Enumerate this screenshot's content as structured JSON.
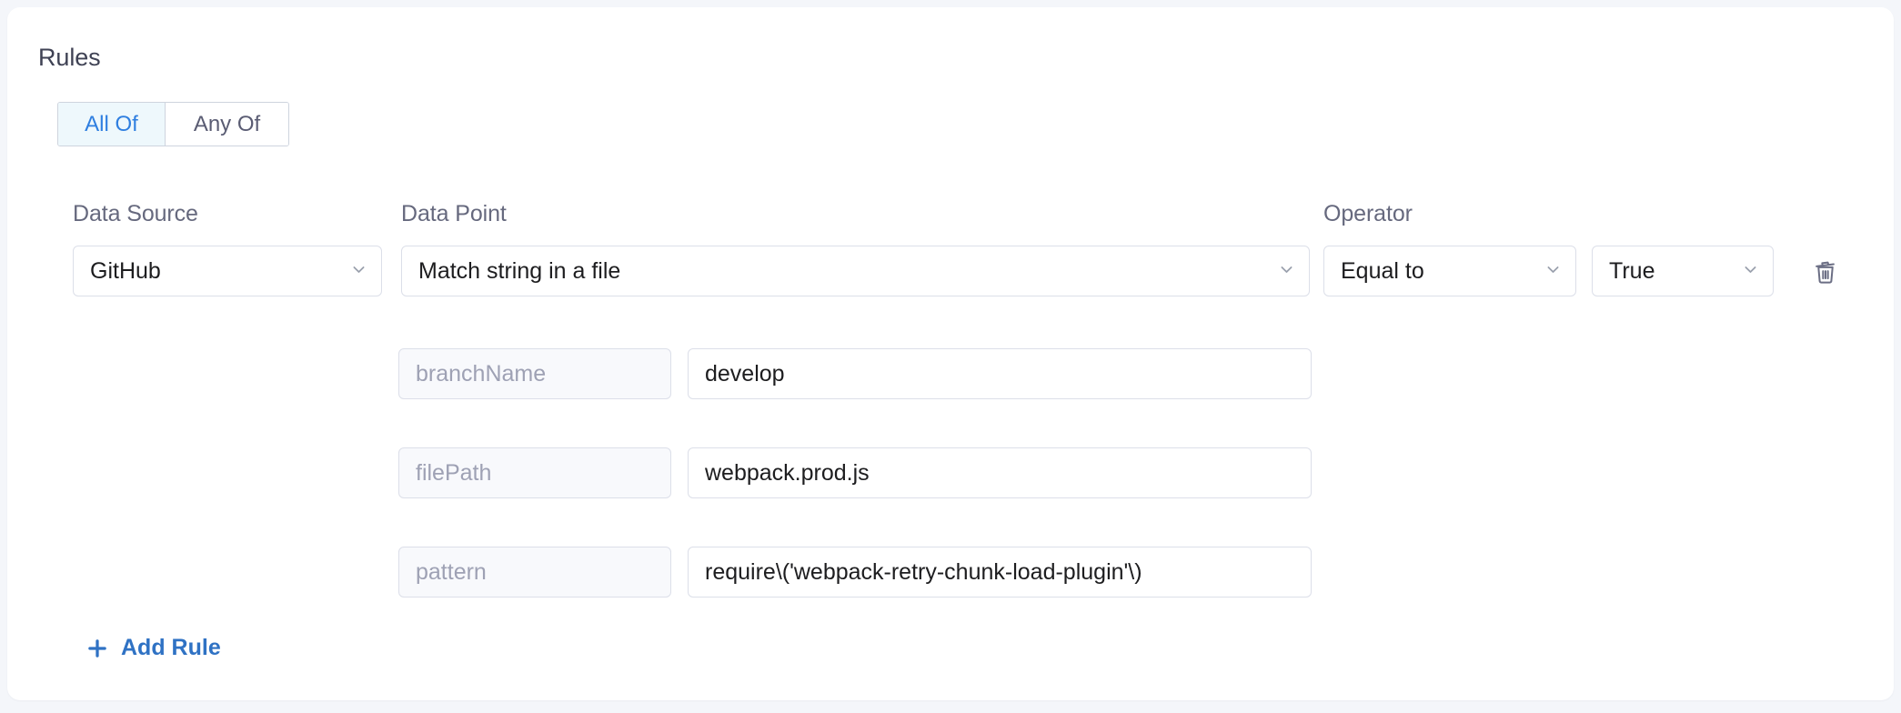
{
  "panel": {
    "title": "Rules",
    "accent_color": "#2f7fe0",
    "active_segment_bg": "#eef8fc",
    "border_color": "#dcdfe9",
    "card_bg": "#ffffff",
    "page_bg": "#f4f6fa"
  },
  "match_mode": {
    "options": [
      "All Of",
      "Any Of"
    ],
    "selected": "All Of",
    "all_of_label": "All Of",
    "any_of_label": "Any Of"
  },
  "columns": {
    "data_source_label": "Data Source",
    "data_point_label": "Data Point",
    "operator_label": "Operator"
  },
  "rule": {
    "data_source": "GitHub",
    "data_point": "Match string in a file",
    "operator": "Equal to",
    "operator_value": "True",
    "delete_icon": "trash-icon",
    "caret_icon": "chevron-down-icon",
    "params": [
      {
        "key": "branchName",
        "value": "develop"
      },
      {
        "key": "filePath",
        "value": "webpack.prod.js"
      },
      {
        "key": "pattern",
        "value": "require\\('webpack-retry-chunk-load-plugin'\\)"
      }
    ]
  },
  "actions": {
    "add_rule_label": "Add Rule",
    "add_rule_icon": "plus-icon"
  }
}
